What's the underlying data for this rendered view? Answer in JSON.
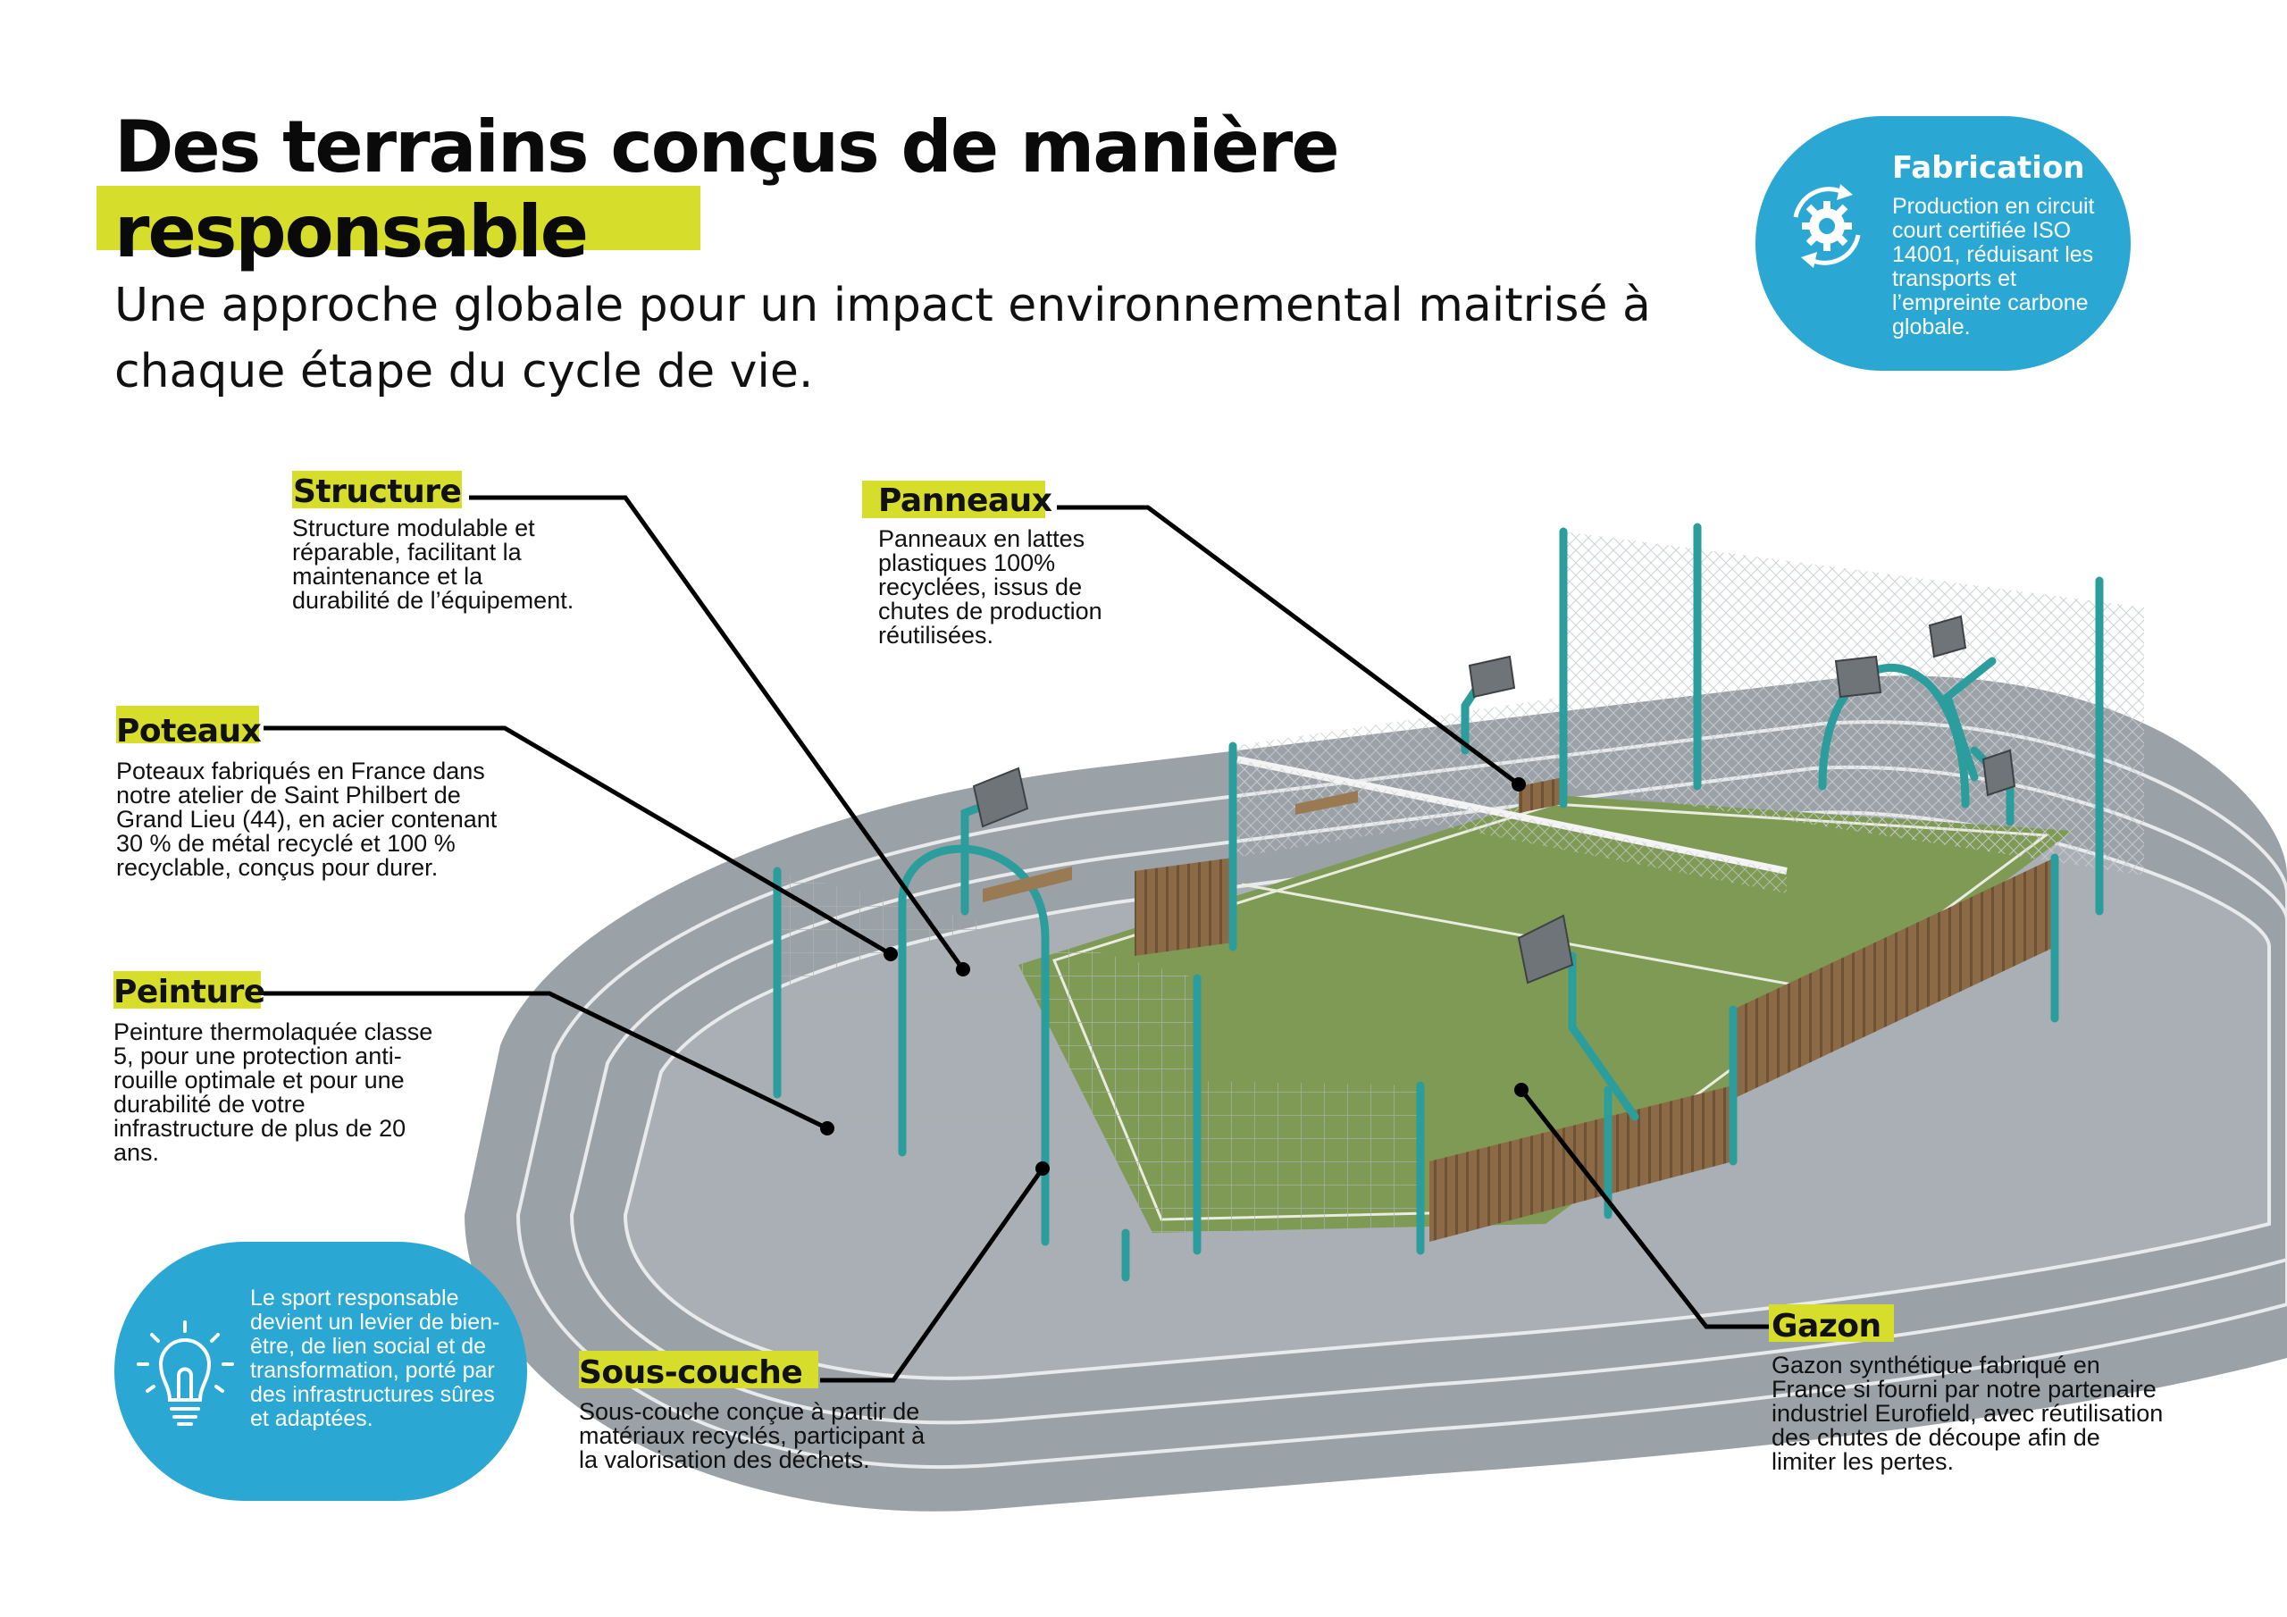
{
  "header": {
    "title_line1": "Des terrains conçus de manière",
    "title_line2": "responsable",
    "subtitle": "Une approche globale pour un impact environnemental maitrisé à chaque étape du cycle de vie."
  },
  "fabrication": {
    "title": "Fabrication",
    "text": "Production en circuit court certifiée ISO 14001, réduisant les transports et l’empreinte carbone globale.",
    "icon": "recycle-gear-icon"
  },
  "sport_bubble": {
    "text": "Le sport responsable devient un levier de bien-être, de lien social et de transformation, porté par des infrastructures sûres et adaptées.",
    "icon": "lightbulb-icon"
  },
  "callouts": {
    "structure": {
      "label": "Structure",
      "text": "Structure modulable et réparable, facilitant la maintenance et la durabilité de l’équipement."
    },
    "panneaux": {
      "label": "Panneaux",
      "text": "Panneaux en lattes plastiques 100% recyclées, issus de chutes de production réutilisées."
    },
    "poteaux": {
      "label": "Poteaux",
      "text": "Poteaux fabriqués en France dans notre atelier de Saint Philbert de Grand Lieu (44), en acier contenant 30 % de métal recyclé et 100 % recyclable, conçus pour durer."
    },
    "peinture": {
      "label": "Peinture",
      "text": "Peinture thermolaquée classe 5, pour une protection anti-rouille optimale et pour une durabilité de votre infrastructure de plus de 20 ans."
    },
    "sous_couche": {
      "label": "Sous-couche",
      "text": "Sous-couche conçue à partir de matériaux recyclés, participant à la valorisation des déchets."
    },
    "gazon": {
      "label": "Gazon",
      "text": "Gazon synthétique fabriqué en France si fourni par notre partenaire industriel Eurofield, avec réutilisation des chutes de découpe afin de limiter les pertes."
    }
  },
  "colors": {
    "accent_yellow": "#d6dd2b",
    "bubble_blue": "#2aa8d3",
    "post_teal": "#2a9d9c",
    "track_grey": "#a6acb2",
    "turf_green": "#7e9a55"
  }
}
